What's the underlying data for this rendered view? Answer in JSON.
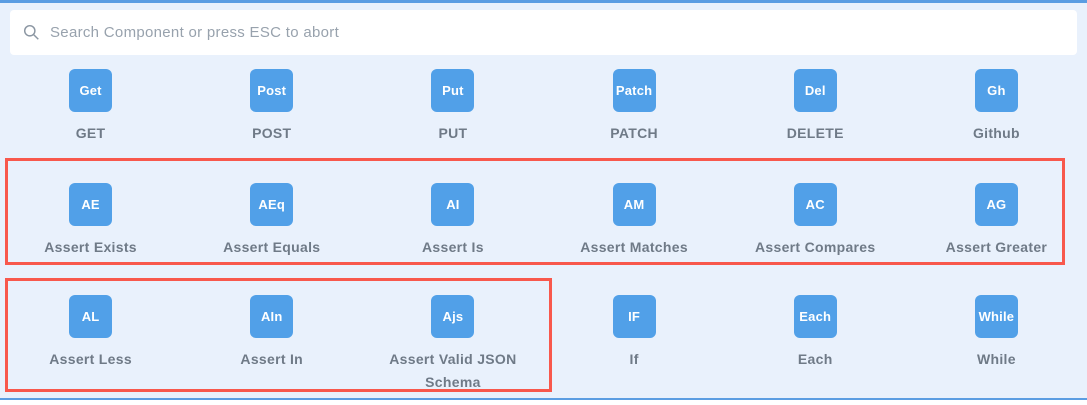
{
  "search": {
    "placeholder": "Search Component or press ESC to abort"
  },
  "colors": {
    "panel_background": "#e9f1fc",
    "panel_border_blue": "#5b9de2",
    "badge_blue": "#51a0e8",
    "badge_text": "#ffffff",
    "label_gray": "#6f7a87",
    "highlight_red": "#f8584c",
    "placeholder_gray": "#98a2ad"
  },
  "rows": [
    {
      "highlighted": "none",
      "items": [
        {
          "badge": "Get",
          "label": "GET"
        },
        {
          "badge": "Post",
          "label": "POST"
        },
        {
          "badge": "Put",
          "label": "PUT"
        },
        {
          "badge": "Patch",
          "label": "PATCH"
        },
        {
          "badge": "Del",
          "label": "DELETE"
        },
        {
          "badge": "Gh",
          "label": "Github"
        }
      ]
    },
    {
      "highlighted": "all-six-items",
      "items": [
        {
          "badge": "AE",
          "label": "Assert Exists"
        },
        {
          "badge": "AEq",
          "label": "Assert Equals"
        },
        {
          "badge": "AI",
          "label": "Assert Is"
        },
        {
          "badge": "AM",
          "label": "Assert Matches"
        },
        {
          "badge": "AC",
          "label": "Assert Compares"
        },
        {
          "badge": "AG",
          "label": "Assert Greater"
        }
      ]
    },
    {
      "highlighted": "first-three-items",
      "items": [
        {
          "badge": "AL",
          "label": "Assert Less"
        },
        {
          "badge": "AIn",
          "label": "Assert In"
        },
        {
          "badge": "Ajs",
          "label": "Assert Valid JSON Schema"
        },
        {
          "badge": "IF",
          "label": "If"
        },
        {
          "badge": "Each",
          "label": "Each"
        },
        {
          "badge": "While",
          "label": "While"
        }
      ]
    }
  ]
}
